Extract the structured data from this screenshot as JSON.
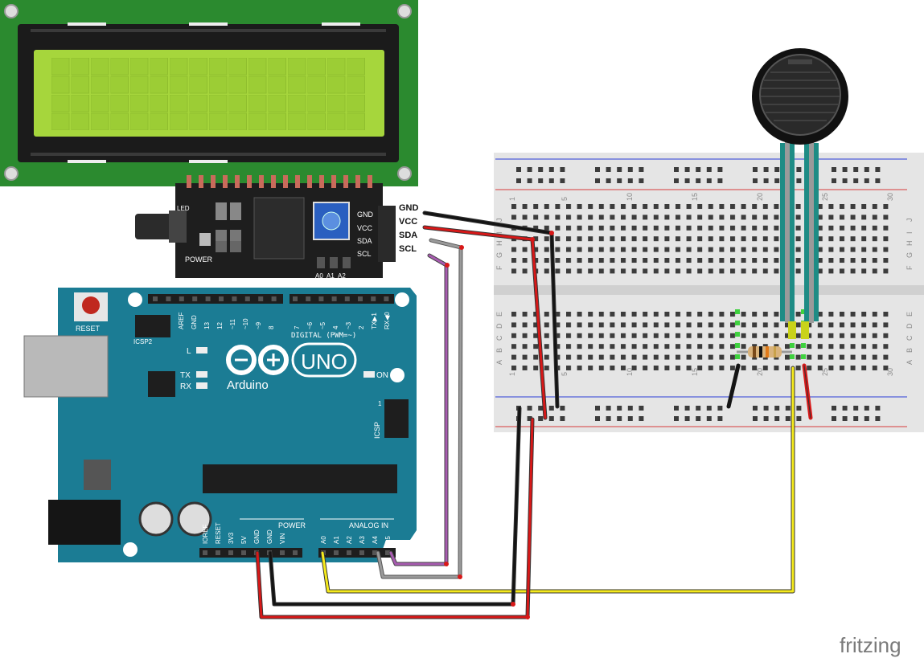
{
  "i2c_module": {
    "pin_labels": [
      "GND",
      "VCC",
      "SDA",
      "SCL"
    ],
    "board_labels": [
      "LED",
      "POWER",
      "A0",
      "A1",
      "A2",
      "GND",
      "VCC",
      "SDA",
      "SCL"
    ]
  },
  "arduino": {
    "reset_label": "RESET",
    "icsp2_label": "ICSP2",
    "icsp_label": "ICSP",
    "icsp_pin1": "1",
    "brand": "Arduino",
    "model": "UNO",
    "digital_label": "DIGITAL (PWM=~)",
    "power_label": "POWER",
    "analog_label": "ANALOG IN",
    "led_labels": {
      "l": "L",
      "tx": "TX",
      "rx": "RX",
      "on": "ON"
    },
    "top_header_pins": [
      "AREF",
      "GND",
      "13",
      "12",
      "~11",
      "~10",
      "~9",
      "8",
      "7",
      "~6",
      "~5",
      "4",
      "~3",
      "2",
      "TX▶1",
      "RX◀0"
    ],
    "power_pins": [
      "IOREF",
      "RESET",
      "3V3",
      "5V",
      "GND",
      "GND",
      "VIN"
    ],
    "analog_pins": [
      "A0",
      "A1",
      "A2",
      "A3",
      "A4",
      "A5"
    ]
  },
  "breadboard": {
    "column_numbers": [
      "1",
      "5",
      "10",
      "15",
      "20",
      "25",
      "30"
    ],
    "row_letters_top": [
      "J",
      "I",
      "H",
      "G",
      "F"
    ],
    "row_letters_bottom": [
      "E",
      "D",
      "C",
      "B",
      "A"
    ]
  },
  "watermark": "fritzing",
  "colors": {
    "pcb": "#1b7c94",
    "lcd_green": "#a6d63c",
    "lcd_board": "#2b8a2f",
    "wire_red": "#d81818",
    "wire_black": "#141414",
    "wire_yellow": "#f5ea1c",
    "wire_gray": "#8e8e8e",
    "wire_purple": "#a75bb0",
    "sensor_teal": "#1e8c85"
  }
}
